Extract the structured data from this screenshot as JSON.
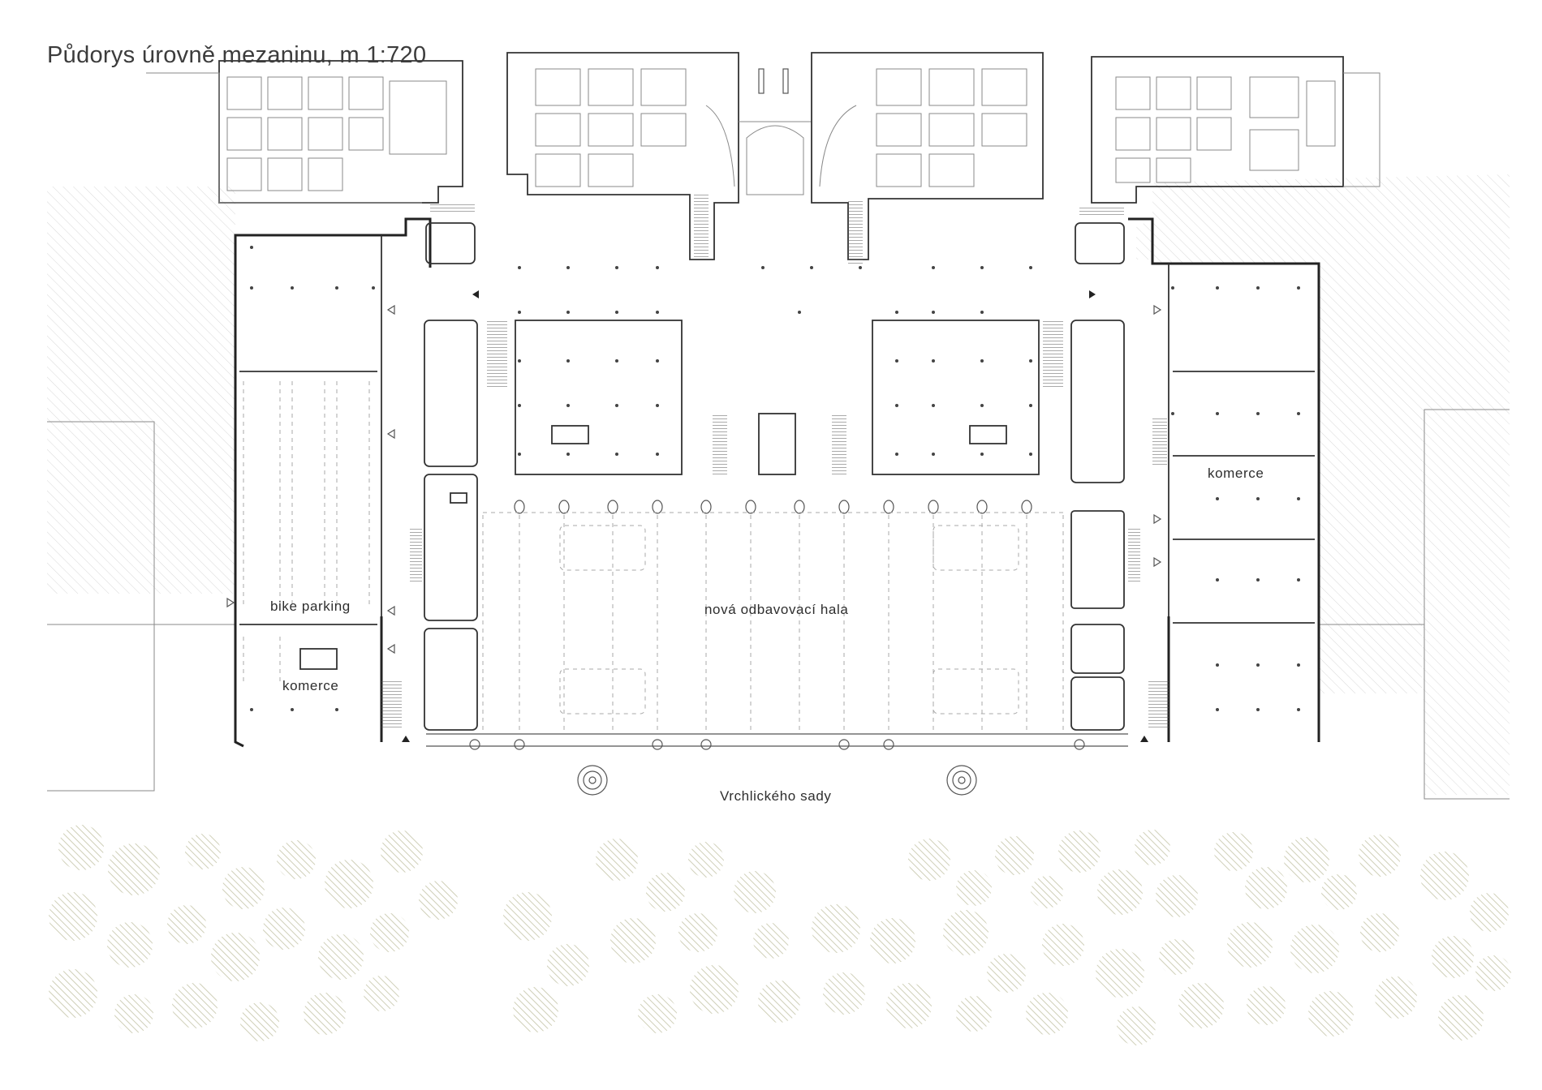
{
  "title": "Půdorys úrovně mezaninu, m 1:720",
  "labels": {
    "bike_parking": "bike parking",
    "komerce_left": "komerce",
    "komerce_right": "komerce",
    "hall": "nová odbavovací hala",
    "park": "Vrchlického sady"
  },
  "colors": {
    "lines": "#333333",
    "thin_lines": "#8a8a8a",
    "hatch": "#cfcfcf",
    "trees": "#c9c9b4"
  },
  "icons": {
    "north_arrows": "triangle-marker-icon",
    "entrances": "open-triangle-icon",
    "stairs": "stair-hatch-icon",
    "spiral_stair": "spiral-stair-icon"
  }
}
